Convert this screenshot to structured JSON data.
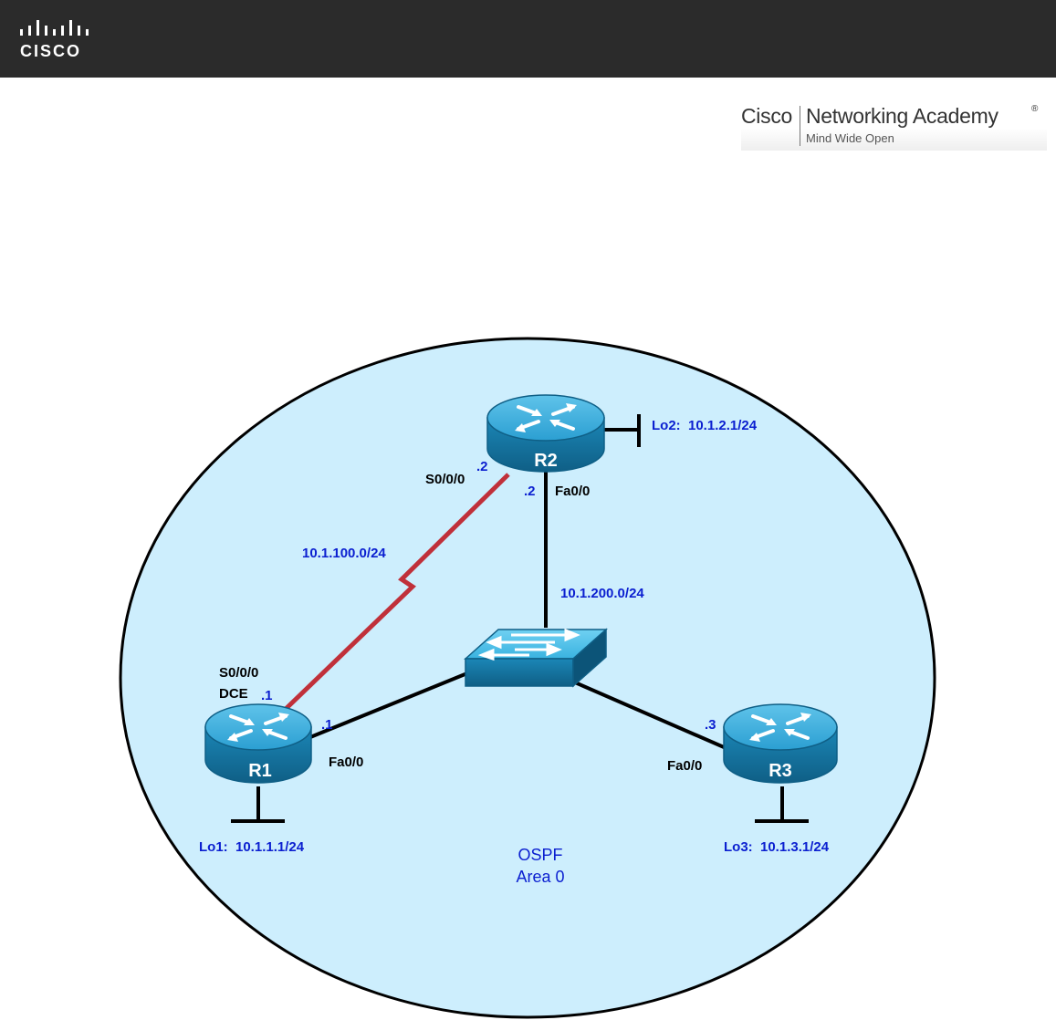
{
  "header": {
    "logo_text": "CISCO",
    "academy_brand": "Cisco",
    "academy_name": "Networking Academy",
    "academy_tagline": "Mind Wide Open",
    "trademark": "®"
  },
  "routers": {
    "r1": {
      "name": "R1",
      "loopback": "Lo1:  10.1.1.1/24",
      "serial_if": "S0/0/0",
      "dce": "DCE",
      "serial_ip": ".1",
      "fa_if": "Fa0/0",
      "fa_ip": ".1"
    },
    "r2": {
      "name": "R2",
      "loopback": "Lo2:  10.1.2.1/24",
      "serial_if": "S0/0/0",
      "serial_ip": ".2",
      "fa_if": "Fa0/0",
      "fa_ip": ".2"
    },
    "r3": {
      "name": "R3",
      "loopback": "Lo3:  10.1.3.1/24",
      "fa_if": "Fa0/0",
      "fa_ip": ".3"
    }
  },
  "networks": {
    "serial": "10.1.100.0/24",
    "lan": "10.1.200.0/24"
  },
  "area": {
    "protocol": "OSPF",
    "name": "Area 0"
  },
  "colors": {
    "area_fill": "#cdeefd",
    "router_body": "#1a87b8",
    "serial_link": "#c0303a",
    "label_blue": "#0b1fd0"
  }
}
